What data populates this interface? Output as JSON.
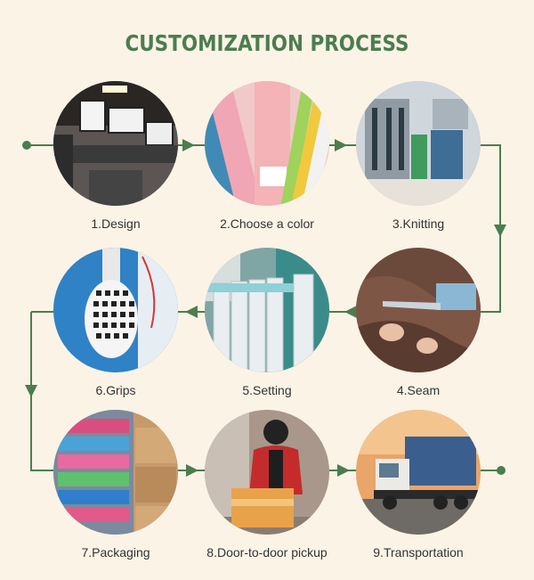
{
  "title": "CUSTOMIZATION PROCESS",
  "colors": {
    "accent": "#4b7d4f",
    "background": "#fbf3e6"
  },
  "steps": [
    {
      "label": "1.Design",
      "icon": "design-photo"
    },
    {
      "label": "2.Choose a color",
      "icon": "color-swatch-photo"
    },
    {
      "label": "3.Knitting",
      "icon": "knitting-machine-photo"
    },
    {
      "label": "4.Seam",
      "icon": "seam-photo"
    },
    {
      "label": "5.Setting",
      "icon": "setting-photo"
    },
    {
      "label": "6.Grips",
      "icon": "grips-photo"
    },
    {
      "label": "7.Packaging",
      "icon": "packaging-photo"
    },
    {
      "label": "8.Door-to-door pickup",
      "icon": "courier-photo"
    },
    {
      "label": "9.Transportation",
      "icon": "truck-photo"
    }
  ]
}
